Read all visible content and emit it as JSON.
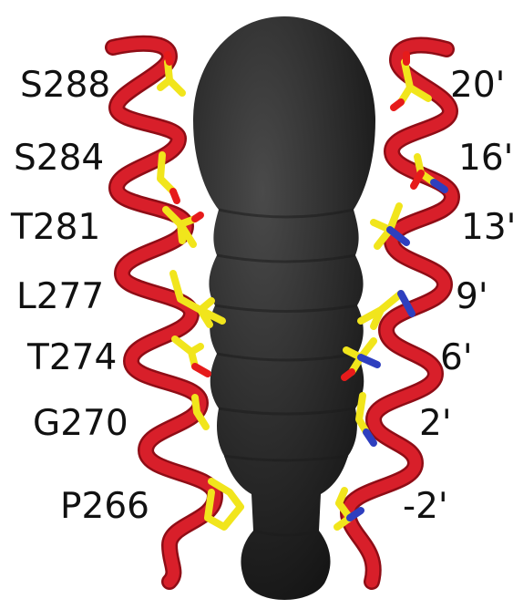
{
  "left_labels": [
    "S288",
    "S284",
    "T281",
    "L277",
    "T274",
    "G270",
    "P266"
  ],
  "right_labels": [
    "20'",
    "16'",
    "13'",
    "9'",
    "6'",
    "2'",
    "-2'"
  ],
  "colors": {
    "helix": "#d81f2a",
    "helix_dark": "#8f0d16",
    "carbon": "#f1e51c",
    "oxygen": "#e61b1b",
    "nitrogen": "#2e3fbf",
    "pore": "#2d2d2d"
  }
}
